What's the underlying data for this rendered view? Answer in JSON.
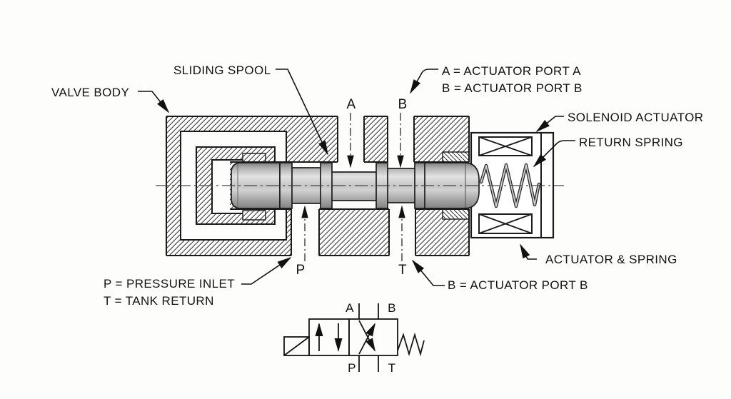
{
  "callouts": {
    "valve_body": "VALVE BODY",
    "sliding_spool": "SLIDING SPOOL",
    "port_note_a": "A = ACTUATOR PORT A",
    "port_note_b": "B = ACTUATOR PORT B",
    "solenoid_actuator": "SOLENOID ACTUATOR",
    "return_spring": "RETURN SPRING",
    "actuator_and_spring": "ACTUATOR & SPRING",
    "pressure_inlet": "P = PRESSURE INLET",
    "tank_return": "T = TANK RETURN",
    "port_b_bottom": "B = ACTUATOR PORT B"
  },
  "section_ports": {
    "a": "A",
    "b": "B",
    "p": "P",
    "t": "T"
  },
  "symbol_ports": {
    "a": "A",
    "b": "B",
    "p": "P",
    "t": "T"
  },
  "colors": {
    "line": "#1a1a1a",
    "metal_light": "#e2e2e2",
    "metal_dark": "#858585",
    "background": "#fdfdfc"
  }
}
